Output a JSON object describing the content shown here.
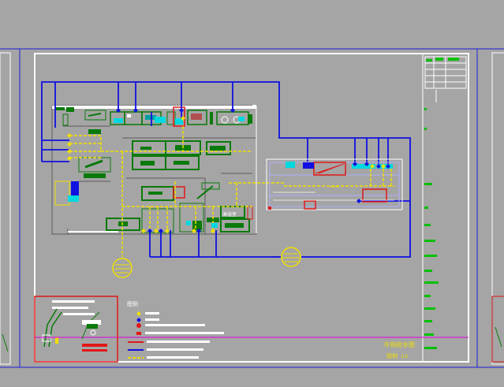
{
  "drawing": {
    "title_block_caption": "冷热给水图",
    "title_block_code": "图例",
    "title_block_number": "1/1",
    "legend_heading": "图例",
    "room_label": "淋浴室"
  },
  "colors": {
    "background": "#a5a5a5",
    "frame": "#1a1ad8",
    "sheet_border": "#ffffff",
    "cold_water": "#1010e0",
    "hot_water": "#f0e000",
    "equipment": "#0a7a0a",
    "walls": "#4a4a4a",
    "highlight_red": "#e01818",
    "cyan": "#00d8e0",
    "magenta": "#e000e0"
  }
}
